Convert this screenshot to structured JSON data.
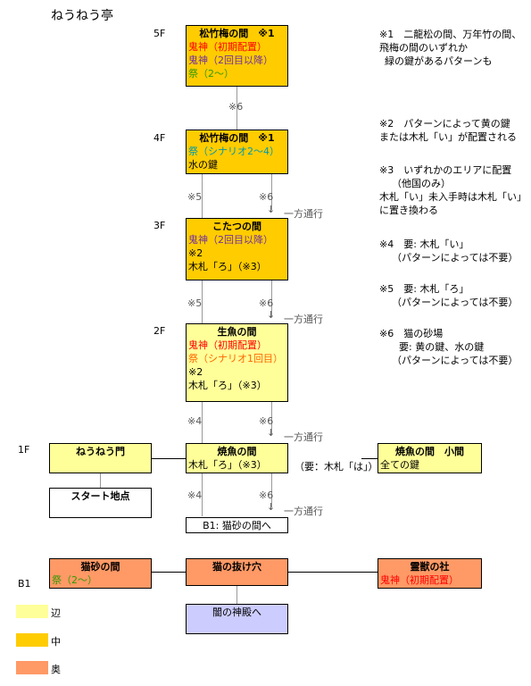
{
  "title": "ねうねう亭",
  "floors": {
    "f5": "5F",
    "f4": "4F",
    "f3": "3F",
    "f2": "2F",
    "f1": "1F",
    "b1": "B1"
  },
  "rooms": {
    "r5": {
      "name": "松竹梅の間　※1",
      "l1": "鬼神（初期配置）",
      "l2": "鬼神（2回目以降）",
      "l3": "祭（2～）"
    },
    "r4": {
      "name": "松竹梅の間　※1",
      "l1": "祭（シナリオ2～4）",
      "l2": "水の鍵"
    },
    "r3": {
      "name": "こたつの間",
      "l1": "鬼神（2回目以降）",
      "l2": "※2",
      "l3": "木札「ろ」（※3）"
    },
    "r2": {
      "name": "生魚の間",
      "l1": "鬼神（初期配置）",
      "l2": "祭（シナリオ1回目）",
      "l3": "※2",
      "l4": "木札「ろ」（※3）"
    },
    "r1": {
      "name": "焼魚の間",
      "l1": "木札「ろ」（※3）"
    },
    "gate": {
      "name": "ねうねう門"
    },
    "start": {
      "name": "スタート地点"
    },
    "small": {
      "name": "焼魚の間　小間",
      "l1": "全ての鍵"
    },
    "b1link": {
      "name": "B1: 猫砂の間へ"
    },
    "nekosuna": {
      "name": "猫砂の間",
      "l1": "祭（2～）"
    },
    "nukeana": {
      "name": "猫の抜け穴"
    },
    "reijuu": {
      "name": "霊獣の社",
      "l1": "鬼神（初期配置）"
    },
    "shinden": {
      "name": "闇の神殿へ"
    }
  },
  "connectors": {
    "n6": "※6",
    "n5": "※5",
    "n4": "※4",
    "oneway": "一方通行",
    "req": "（要：木札「は」）",
    "down": "↓"
  },
  "notes": {
    "n1a": "※1　二龍松の間、万年竹の間、",
    "n1b": "飛梅の間のいずれか",
    "n1c": "緑の鍵があるパターンも",
    "n2a": "※2　パターンによって黄の鍵",
    "n2b": "または木札「い」が配置される",
    "n3a": "※3　いずれかのエリアに配置",
    "n3b": "（他国のみ）",
    "n3c": "木札「い」未入手時は木札「い」",
    "n3d": "に置き換わる",
    "n4a": "※4　要: 木札「い」",
    "n4b": "（パターンによっては不要）",
    "n5a": "※5　要: 木札「ろ」",
    "n5b": "（パターンによっては不要）",
    "n6a": "※6　猫の砂場",
    "n6b": "要: 黄の鍵、水の鍵",
    "n6c": "（パターンによっては不要）"
  },
  "legend": [
    {
      "label": "辺",
      "color": "#ffff99"
    },
    {
      "label": "中",
      "color": "#ffcc00"
    },
    {
      "label": "奥",
      "color": "#ff9966"
    }
  ]
}
